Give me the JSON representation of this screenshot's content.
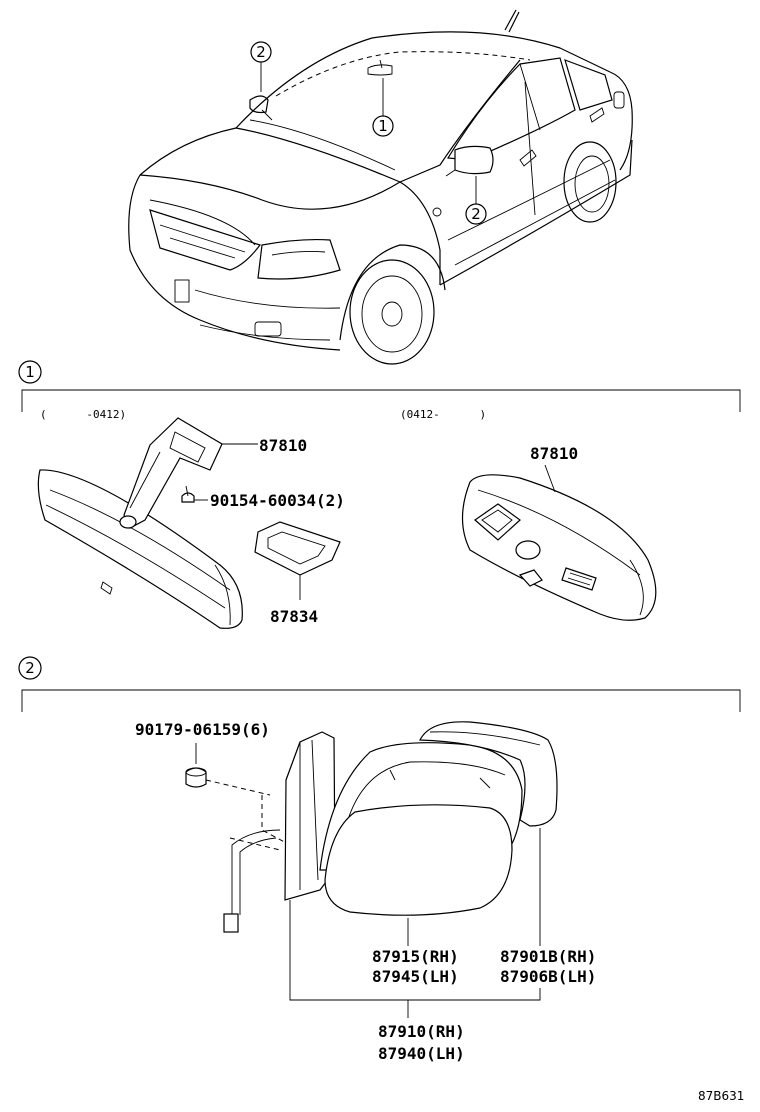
{
  "callouts": {
    "one": "1",
    "two": "2"
  },
  "section1": {
    "range_left": "(      -0412)",
    "range_right": "(0412-      )",
    "parts": {
      "bracket_left": "87810",
      "screw": "90154-60034(2)",
      "cover": "87834",
      "mirror_right": "87810"
    }
  },
  "section2": {
    "parts": {
      "nut": "90179-06159(6)",
      "glass_rh": "87915(RH)",
      "glass_lh": "87945(LH)",
      "cover_rh": "87901B(RH)",
      "cover_lh": "87906B(LH)",
      "assy_rh": "87910(RH)",
      "assy_lh": "87940(LH)"
    }
  },
  "footer": {
    "code": "87B631"
  }
}
